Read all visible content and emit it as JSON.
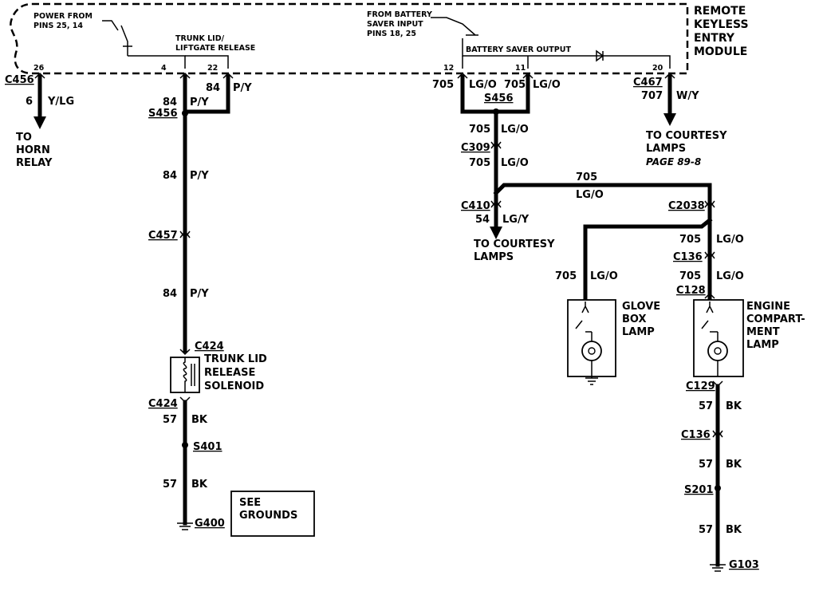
{
  "module": {
    "title_lines": [
      "REMOTE",
      "KEYLESS",
      "ENTRY",
      "MODULE"
    ],
    "power_from": [
      "POWER FROM",
      "PINS 25, 14"
    ],
    "trunk_release": [
      "TRUNK LID/",
      "LIFTGATE RELEASE"
    ],
    "from_battery_saver": [
      "FROM BATTERY",
      "SAVER INPUT",
      "PINS 18, 25"
    ],
    "battery_saver_output": "BATTERY SAVER OUTPUT",
    "pins": [
      "26",
      "4",
      "22",
      "12",
      "11",
      "20"
    ]
  },
  "left": {
    "c456": "C456",
    "w1_num": "6",
    "w1_col": "Y/LG",
    "dest": [
      "TO",
      "HORN",
      "RELAY"
    ]
  },
  "trunk": {
    "top_num": "84",
    "top_col": "P/Y",
    "spl_num": "84",
    "spl_col": "P/Y",
    "s456": "S456",
    "w2_num": "84",
    "w2_col": "P/Y",
    "c457": "C457",
    "w3_num": "84",
    "w3_col": "P/Y",
    "c424_top": "C424",
    "solenoid": [
      "TRUNK LID",
      "RELEASE",
      "SOLENOID"
    ],
    "c424_bot": "C424",
    "g1_num": "57",
    "g1_col": "BK",
    "s401": "S401",
    "g2_num": "57",
    "g2_col": "BK",
    "g400": "G400",
    "see_grounds": [
      "SEE",
      "GROUNDS"
    ]
  },
  "center": {
    "p12_num": "705",
    "p12_col": "LG/O",
    "p11_num": "705",
    "p11_col": "LG/O",
    "s456": "S456",
    "w1_num": "705",
    "w1_col": "LG/O",
    "c309": "C309",
    "w2_num": "705",
    "w2_col": "LG/O",
    "c410": "C410",
    "w3_num": "54",
    "w3_col": "LG/Y",
    "dest": [
      "TO COURTESY",
      "LAMPS"
    ],
    "h_num": "705",
    "h_col": "LG/O"
  },
  "courtesy": {
    "c467": "C467",
    "num": "707",
    "col": "W/Y",
    "dest": [
      "TO COURTESY",
      "LAMPS"
    ],
    "page": "PAGE 89-8"
  },
  "right": {
    "c2038": "C2038",
    "w1_num": "705",
    "w1_col": "LG/O",
    "c136_top": "C136",
    "w2_num": "705",
    "w2_col": "LG/O",
    "c128": "C128",
    "glove_num": "705",
    "glove_col": "LG/O",
    "glove_label": [
      "GLOVE",
      "BOX",
      "LAMP"
    ],
    "engine_label": [
      "ENGINE",
      "COMPART-",
      "MENT",
      "LAMP"
    ],
    "c129": "C129",
    "g1_num": "57",
    "g1_col": "BK",
    "c136_bot": "C136",
    "g2_num": "57",
    "g2_col": "BK",
    "s201": "S201",
    "g3_num": "57",
    "g3_col": "BK",
    "g103": "G103"
  }
}
